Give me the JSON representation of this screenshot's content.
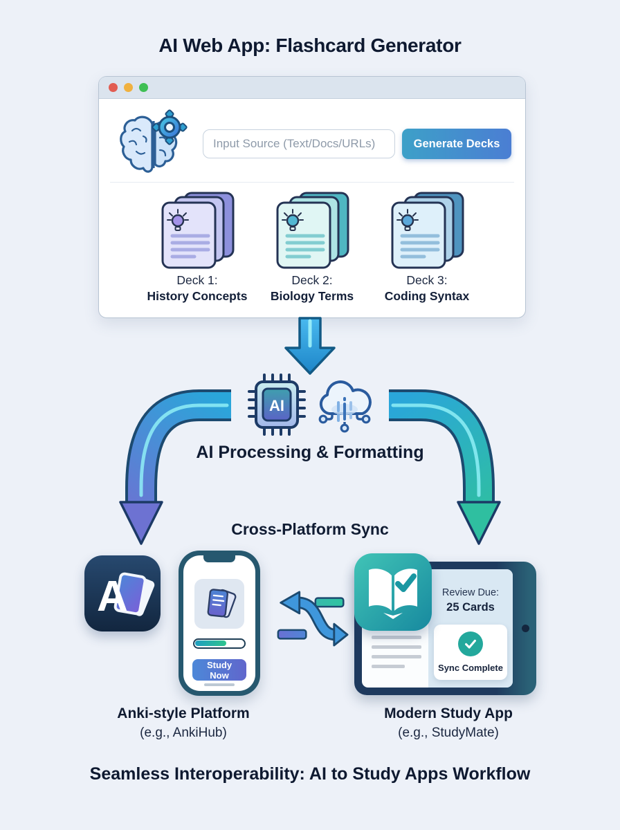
{
  "page": {
    "title": "AI Web App: Flashcard Generator",
    "footer": "Seamless Interoperability: AI to Study Apps Workflow"
  },
  "browser": {
    "input_placeholder": "Input Source (Text/Docs/URLs)",
    "generate_label": "Generate Decks",
    "decks": [
      {
        "line1": "Deck 1:",
        "line2": "History Concepts",
        "theme": "purple"
      },
      {
        "line1": "Deck 2:",
        "line2": "Biology Terms",
        "theme": "teal"
      },
      {
        "line1": "Deck 3:",
        "line2": "Coding Syntax",
        "theme": "blue"
      }
    ]
  },
  "processing": {
    "chip_text": "AI",
    "caption": "AI Processing & Formatting"
  },
  "sync": {
    "caption": "Cross-Platform Sync"
  },
  "platforms": {
    "left": {
      "app_initial": "A",
      "study_button": "Study Now",
      "name": "Anki-style Platform",
      "example": "(e.g., AnkiHub)"
    },
    "right": {
      "review_label": "Review Due:",
      "review_value": "25 Cards",
      "sync_status": "Sync Complete",
      "name": "Modern Study App",
      "example": "(e.g., StudyMate)"
    }
  },
  "colors": {
    "background": "#edf1f8",
    "heading_text": "#0e1930",
    "traffic_red": "#e25d52",
    "traffic_yellow": "#f0b13f",
    "traffic_green": "#3fbf54",
    "button_gradient": [
      "#3da0c8",
      "#4b7ed3"
    ],
    "arrow_blue": "#2aa6da",
    "arrow_purple": "#6d72d2",
    "arrow_teal": "#2fbfa0",
    "deck_purple": "#8d90dc",
    "deck_teal": "#4fb6c2",
    "deck_blue": "#4f94c0",
    "progress_gradient": [
      "#1f9ec0",
      "#2ec48e"
    ],
    "sync_check": "#23a89c"
  }
}
